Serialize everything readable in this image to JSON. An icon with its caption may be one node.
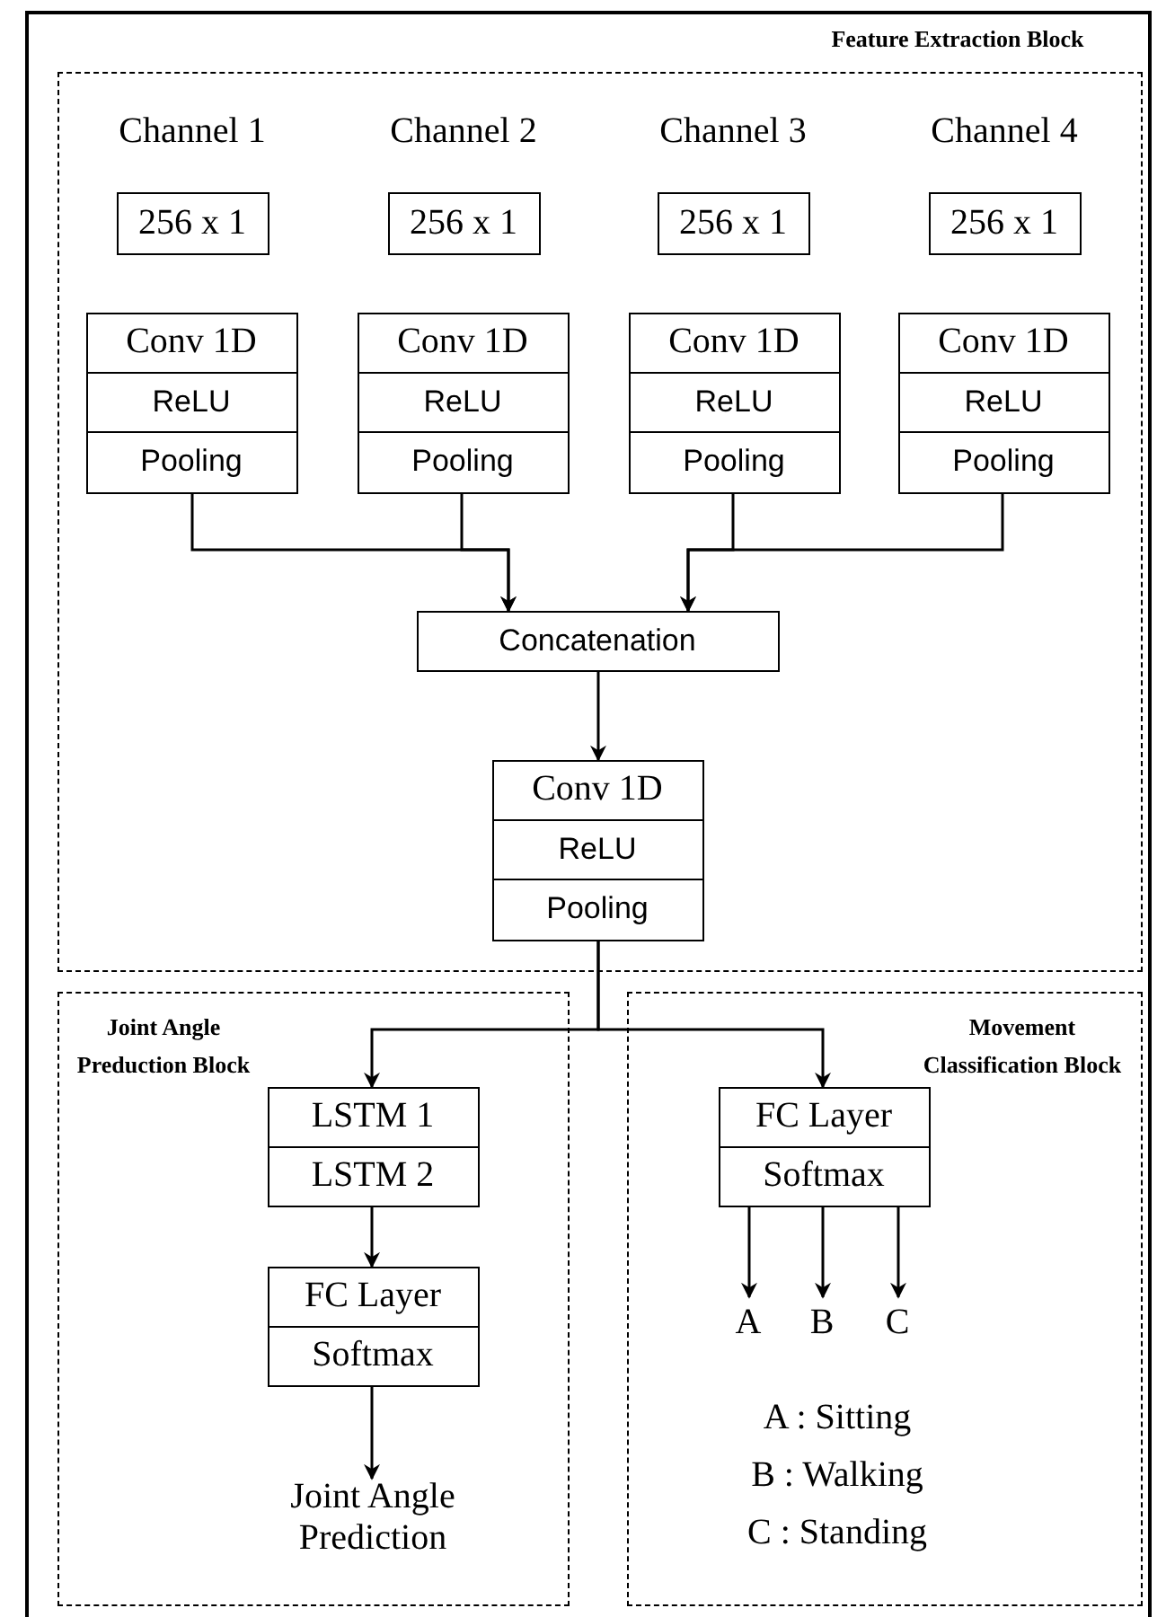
{
  "diagram": {
    "nodes": [
      {
        "text": [
          "Feature Extraction Block"
        ]
      },
      {
        "text": [
          "256 x 1"
        ],
        "in": 0,
        "beside": [
          "Channel 1"
        ]
      },
      {
        "text": [
          "256 x 1"
        ],
        "in": 0,
        "beside": [
          "Channel 2"
        ]
      },
      {
        "text": [
          "256 x 1"
        ],
        "in": 0,
        "beside": [
          "Channel 3"
        ]
      },
      {
        "text": [
          "256 x 1"
        ],
        "in": 0,
        "beside": [
          "Channel 4"
        ]
      },
      {
        "text": [
          "Conv 1D",
          "ReLU",
          "Pooling"
        ],
        "in": 0
      },
      {
        "text": [
          "Conv 1D",
          "ReLU",
          "Pooling"
        ],
        "in": 0
      },
      {
        "text": [
          "Conv 1D",
          "ReLU",
          "Pooling"
        ],
        "in": 0
      },
      {
        "text": [
          "Conv 1D",
          "ReLU",
          "Pooling"
        ],
        "in": 0
      },
      {
        "text": [
          "Concatenation"
        ],
        "in": 0
      },
      {
        "text": [
          "Conv 1D",
          "ReLU",
          "Pooling"
        ],
        "in": 0
      },
      {
        "text": [
          "Joint Angle Preduction Block"
        ]
      },
      {
        "text": [
          "LSTM 1",
          "LSTM 2"
        ],
        "in": 11
      },
      {
        "text": [
          "FC Layer",
          "Softmax"
        ],
        "in": 11
      },
      {
        "text": [
          "Joint Angle Prediction"
        ],
        "in": 11
      },
      {
        "text": [
          "Movement Classification Block"
        ]
      },
      {
        "text": [
          "FC Layer",
          "Softmax"
        ],
        "in": 15
      },
      {
        "text": [
          "A"
        ],
        "in": 15
      },
      {
        "text": [
          "B"
        ],
        "in": 15
      },
      {
        "text": [
          "C"
        ],
        "in": 15
      }
    ],
    "edges": [
      {
        "from": 5,
        "to": 9,
        "arrow": "to"
      },
      {
        "from": 6,
        "to": 9,
        "arrow": "to"
      },
      {
        "from": 7,
        "to": 9,
        "arrow": "to"
      },
      {
        "from": 8,
        "to": 9,
        "arrow": "to"
      },
      {
        "from": 9,
        "to": 10,
        "arrow": "to"
      },
      {
        "from": 10,
        "to": 12,
        "arrow": "to"
      },
      {
        "from": 10,
        "to": 16,
        "arrow": "to"
      },
      {
        "from": 12,
        "to": 13,
        "arrow": "to"
      },
      {
        "from": 13,
        "to": 14,
        "arrow": "to"
      },
      {
        "from": 16,
        "to": 17,
        "arrow": "to"
      },
      {
        "from": 16,
        "to": 18,
        "arrow": "to"
      },
      {
        "from": 16,
        "to": 19,
        "arrow": "to"
      }
    ],
    "labels": [
      "A : Sitting",
      "B : Walking",
      "C : Standing"
    ]
  }
}
